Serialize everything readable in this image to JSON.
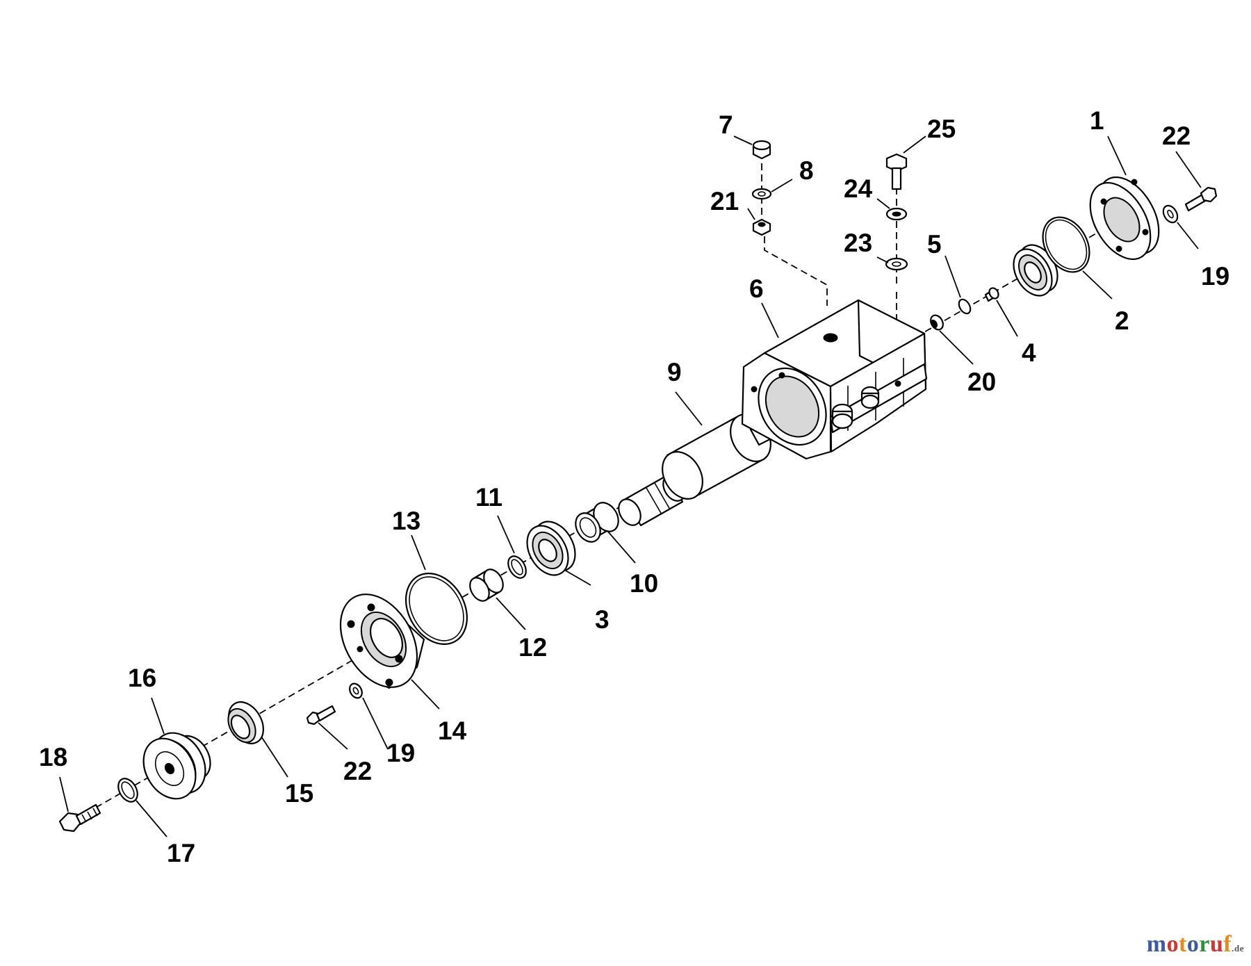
{
  "diagram": {
    "callouts": [
      "1",
      "2",
      "3",
      "4",
      "5",
      "6",
      "7",
      "8",
      "9",
      "10",
      "11",
      "12",
      "13",
      "14",
      "15",
      "16",
      "17",
      "18",
      "19",
      "19",
      "20",
      "21",
      "22",
      "22",
      "23",
      "24",
      "25"
    ]
  },
  "watermark": {
    "letters": [
      "m",
      "o",
      "t",
      "o",
      "r",
      "u",
      "f"
    ],
    "letter_colors": [
      "#3b5aa5",
      "#d6322e",
      "#e58b1c",
      "#3b5aa5",
      "#2f8f3c",
      "#d6322e",
      "#e58b1c"
    ],
    "suffix": ".de",
    "suffix_color": "#555555"
  }
}
